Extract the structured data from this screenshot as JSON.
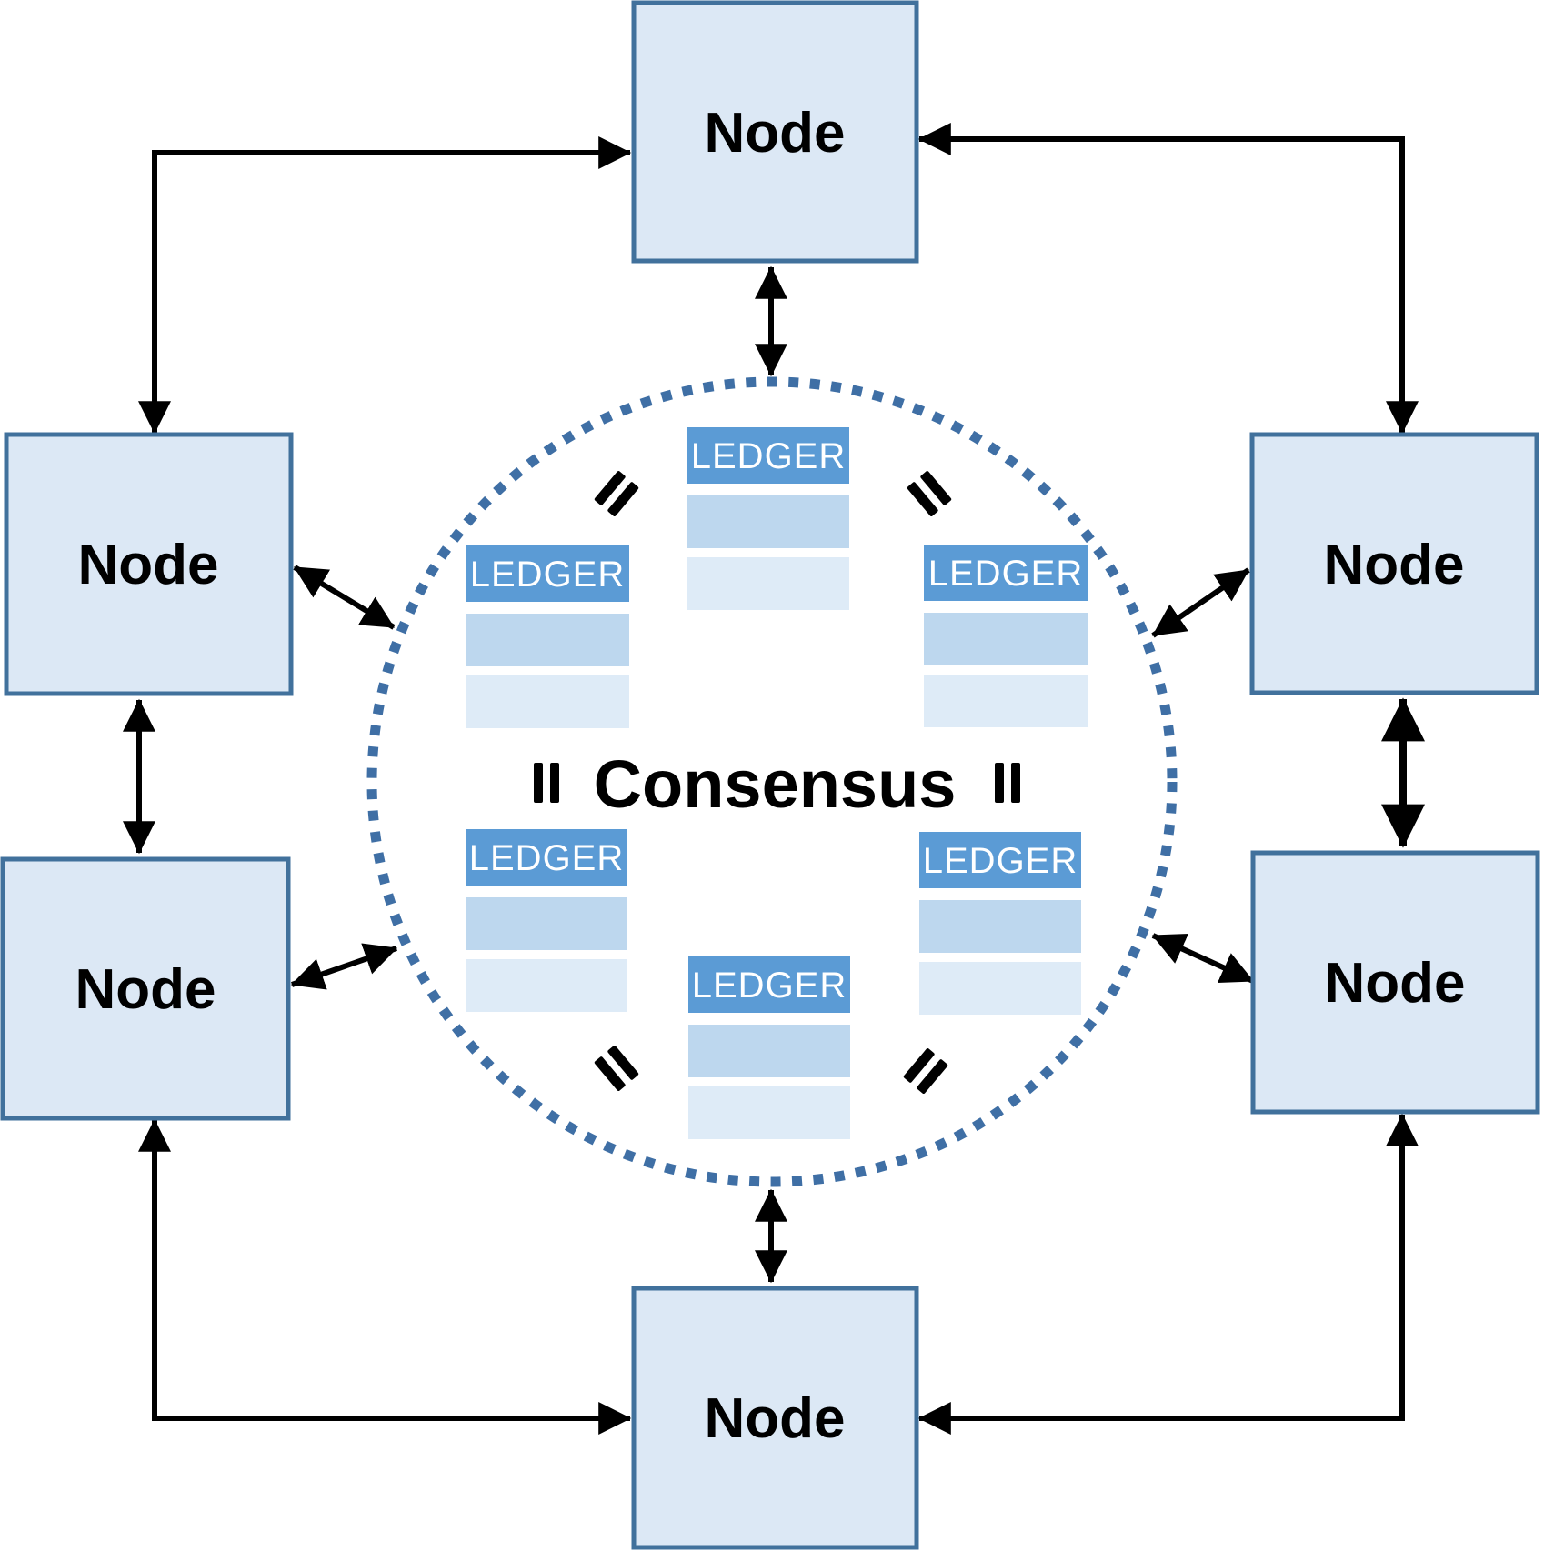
{
  "nodes": [
    {
      "id": "top",
      "label": "Node"
    },
    {
      "id": "upper-left",
      "label": "Node"
    },
    {
      "id": "upper-right",
      "label": "Node"
    },
    {
      "id": "lower-left",
      "label": "Node"
    },
    {
      "id": "lower-right",
      "label": "Node"
    },
    {
      "id": "bottom",
      "label": "Node"
    }
  ],
  "consensus": {
    "label": "Consensus"
  },
  "ledgers": [
    {
      "id": "top",
      "label": "LEDGER",
      "rows": 2
    },
    {
      "id": "upper-left",
      "label": "LEDGER",
      "rows": 2
    },
    {
      "id": "upper-right",
      "label": "LEDGER",
      "rows": 2
    },
    {
      "id": "lower-left",
      "label": "LEDGER",
      "rows": 2
    },
    {
      "id": "lower-right",
      "label": "LEDGER",
      "rows": 2
    },
    {
      "id": "bottom",
      "label": "LEDGER",
      "rows": 2
    }
  ],
  "equality_marks": {
    "count": 6,
    "symbol": "="
  },
  "colors": {
    "node_fill": "#dce8f5",
    "node_border": "#41719c",
    "ledger_header": "#5b9bd5",
    "ledger_row1": "#bdd7ee",
    "ledger_row2": "#deebf7",
    "ledger_text": "#ffffff",
    "circle_dots": "#3f6fa5",
    "arrow": "#000000",
    "text": "#000000"
  }
}
